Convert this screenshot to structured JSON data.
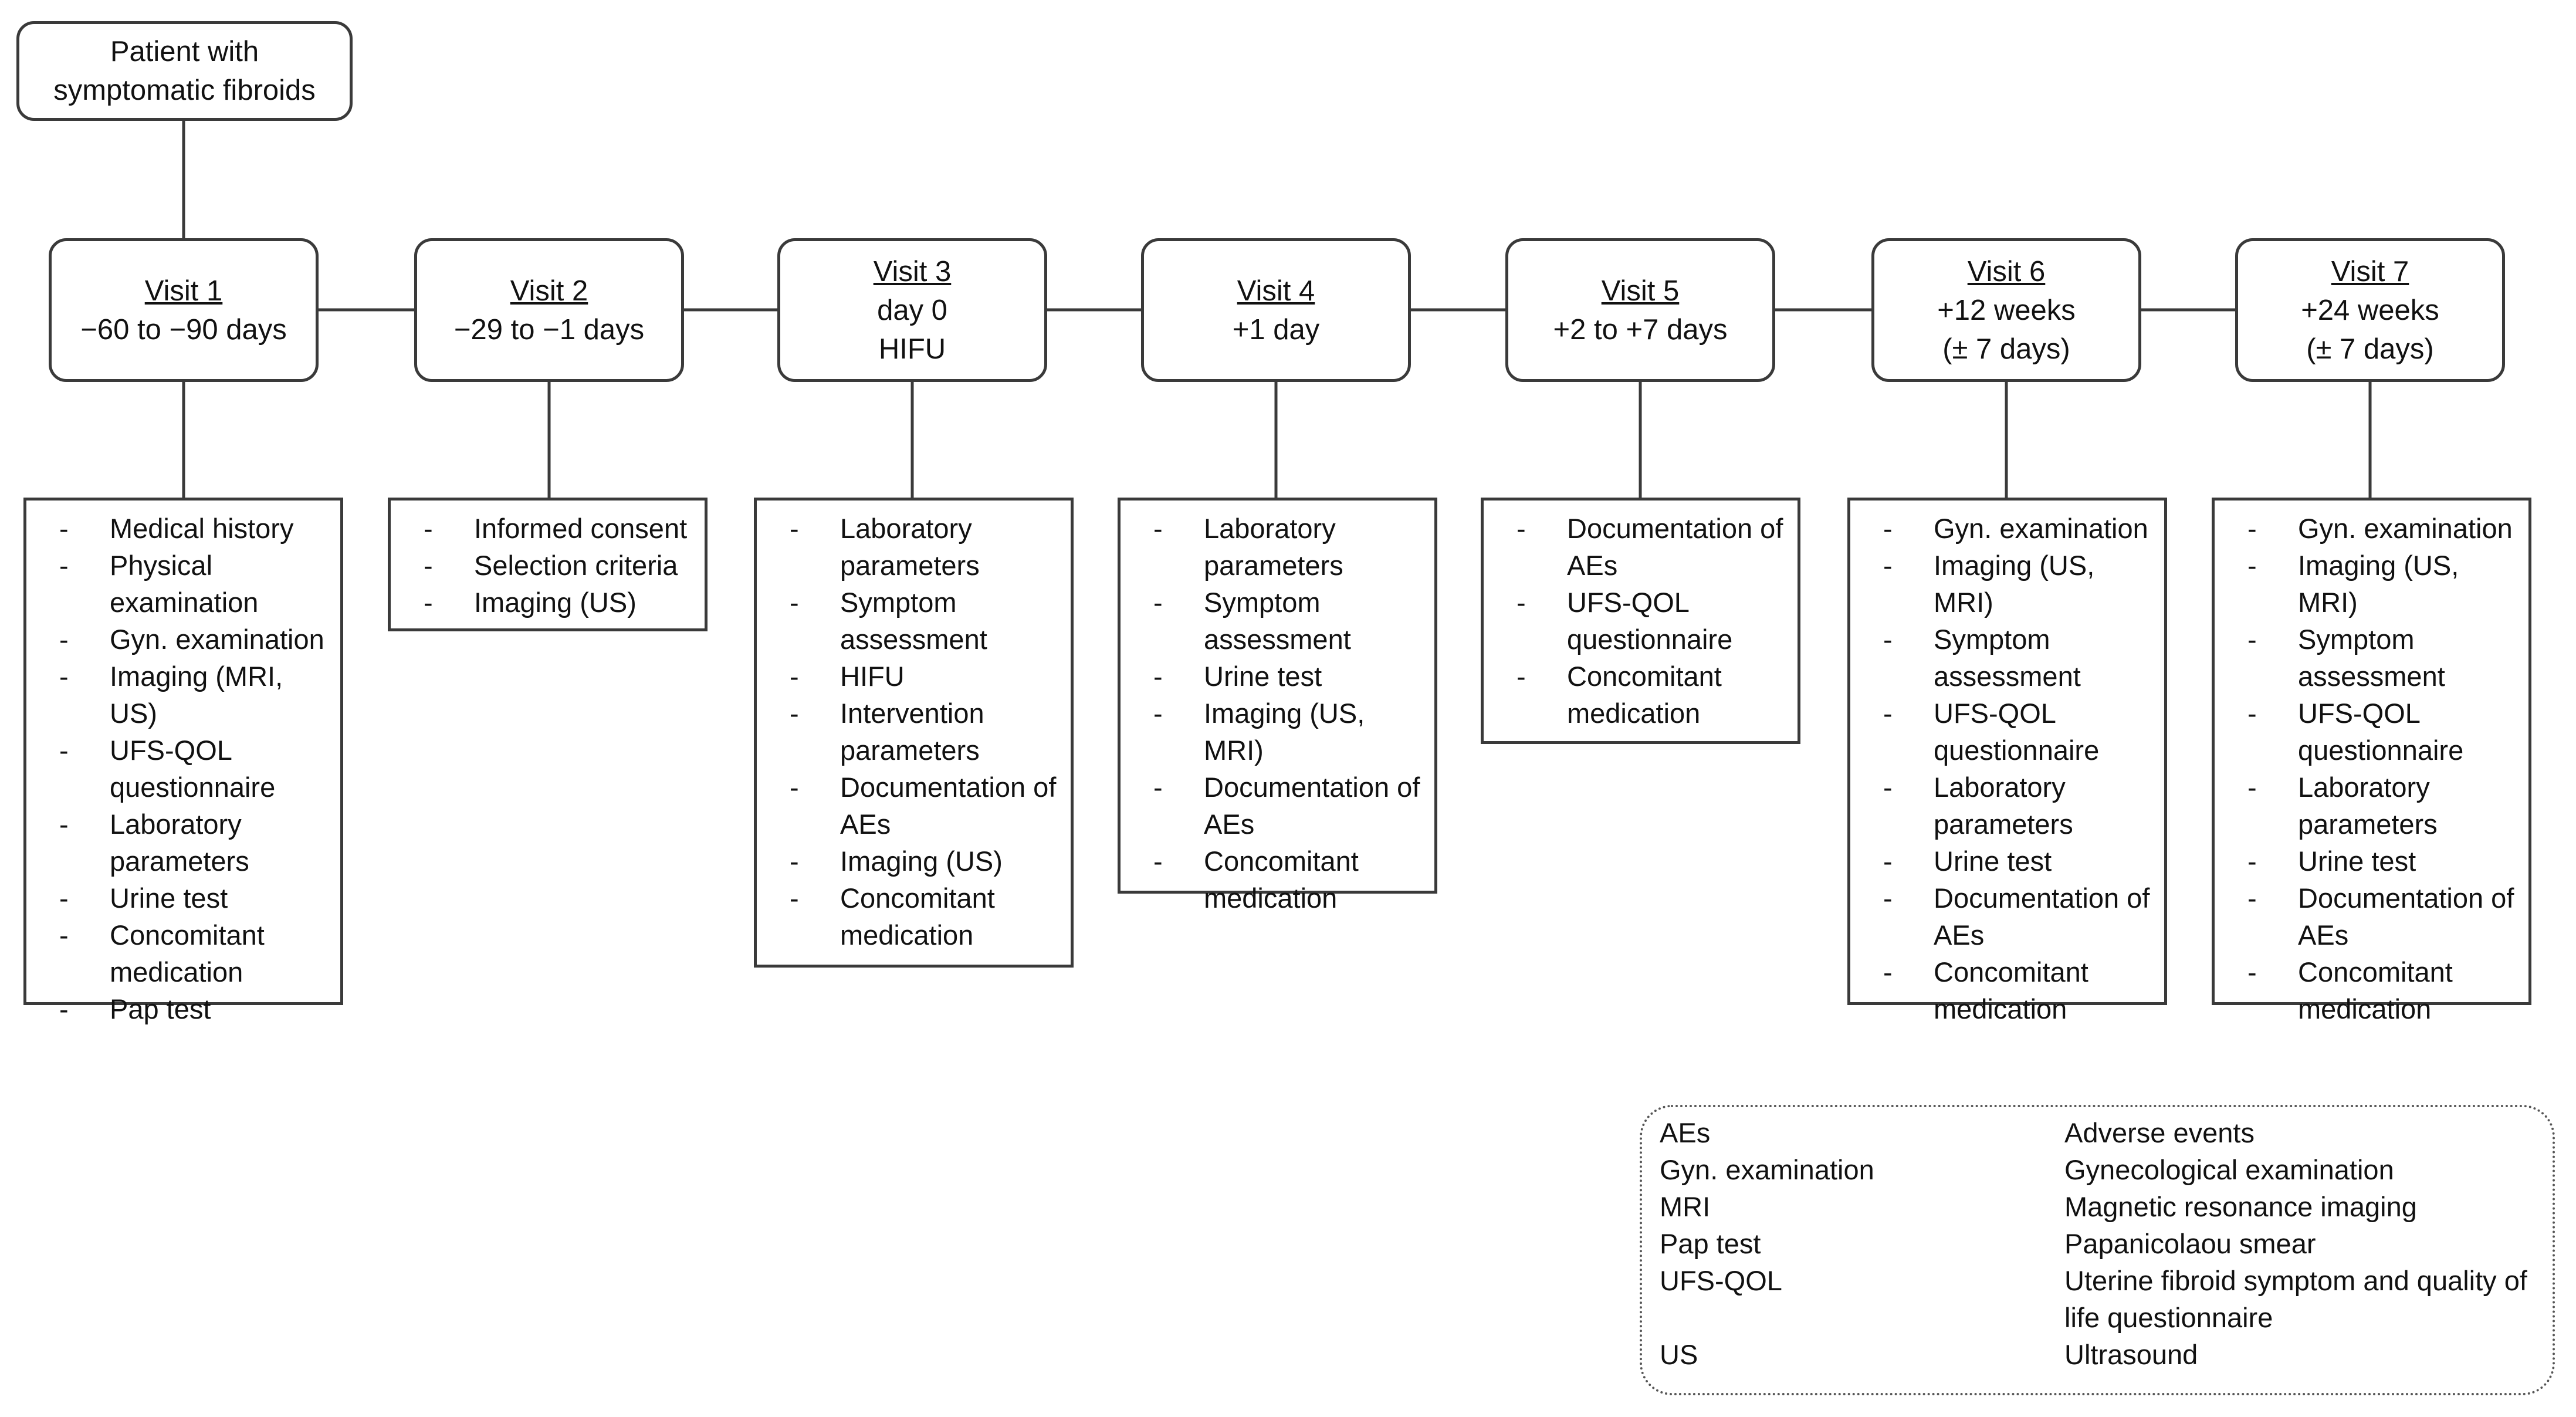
{
  "start": {
    "line1": "Patient with",
    "line2": "symptomatic fibroids"
  },
  "visits": [
    {
      "title": "Visit 1",
      "lines": [
        "−60 to −90 days"
      ],
      "items": [
        "Medical history",
        "Physical examination",
        "Gyn. examination",
        "Imaging (MRI, US)",
        "UFS-QOL questionnaire",
        "Laboratory parameters",
        "Urine test",
        "Concomitant medication",
        "Pap test"
      ]
    },
    {
      "title": "Visit 2",
      "lines": [
        "−29 to −1 days"
      ],
      "items": [
        "Informed consent",
        "Selection criteria",
        "Imaging (US)"
      ]
    },
    {
      "title": "Visit 3",
      "lines": [
        "day 0",
        "HIFU"
      ],
      "items": [
        "Laboratory parameters",
        "Symptom assessment",
        "HIFU",
        "Intervention parameters",
        "Documentation of AEs",
        "Imaging (US)",
        "Concomitant medication"
      ]
    },
    {
      "title": "Visit 4",
      "lines": [
        "+1 day"
      ],
      "items": [
        "Laboratory parameters",
        "Symptom assessment",
        "Urine test",
        "Imaging (US, MRI)",
        "Documentation of AEs",
        "Concomitant medication"
      ]
    },
    {
      "title": "Visit 5",
      "lines": [
        "+2 to +7 days"
      ],
      "items": [
        "Documentation of AEs",
        "UFS-QOL questionnaire",
        "Concomitant medication"
      ]
    },
    {
      "title": "Visit 6",
      "lines": [
        "+12 weeks",
        "(± 7 days)"
      ],
      "items": [
        "Gyn. examination",
        "Imaging (US, MRI)",
        "Symptom assessment",
        "UFS-QOL questionnaire",
        "Laboratory parameters",
        "Urine test",
        "Documentation of AEs",
        "Concomitant medication"
      ]
    },
    {
      "title": "Visit 7",
      "lines": [
        "+24 weeks",
        "(± 7 days)"
      ],
      "items": [
        "Gyn. examination",
        "Imaging (US, MRI)",
        "Symptom assessment",
        "UFS-QOL questionnaire",
        "Laboratory parameters",
        "Urine test",
        "Documentation of AEs",
        "Concomitant medication"
      ]
    }
  ],
  "legend": [
    {
      "abbr": "AEs",
      "def": "Adverse events"
    },
    {
      "abbr": "Gyn. examination",
      "def": "Gynecological examination"
    },
    {
      "abbr": "MRI",
      "def": "Magnetic resonance imaging"
    },
    {
      "abbr": "Pap test",
      "def": "Papanicolaou smear"
    },
    {
      "abbr": "UFS-QOL",
      "def": "Uterine fibroid symptom and quality of life questionnaire"
    },
    {
      "abbr": "US",
      "def": "Ultrasound"
    }
  ]
}
